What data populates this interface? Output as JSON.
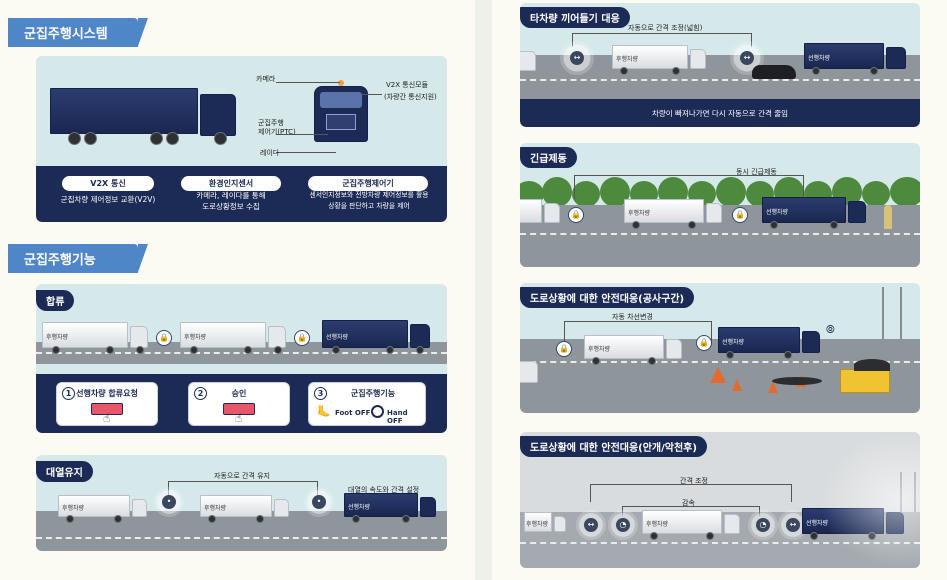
{
  "system": {
    "title": "군집주행시스템",
    "callouts": {
      "camera": "카메라",
      "ptc_line1": "군집주행",
      "ptc_line2": "제어기(PTC)",
      "radar": "레이다",
      "v2x_line1": "V2X 통신모듈",
      "v2x_line2": "(차량간 통신지원)"
    },
    "features": [
      {
        "label": "V2X 통신",
        "desc_line1": "군집차량 제어정보 교환(V2V)",
        "desc_line2": ""
      },
      {
        "label": "환경인지센서",
        "desc_line1": "카메라, 레이다를 통해",
        "desc_line2": "도로상황정보 수집"
      },
      {
        "label": "군집주행제어기",
        "desc_line1": "센서인지정보와 전방차량 제어정보를 활용",
        "desc_line2": "상황을 판단하고 차량을 제어"
      }
    ]
  },
  "functions": {
    "title": "군집주행기능",
    "merge": {
      "title": "합류",
      "follower_label": "후행차량",
      "leader_label": "선행차량",
      "steps": [
        {
          "num": "1",
          "label": "선행차량 합류요청"
        },
        {
          "num": "2",
          "label": "승인"
        },
        {
          "num": "3",
          "label": "군집주행기능"
        }
      ],
      "foot_off": "Foot OFF",
      "hand_off": "Hand OFF"
    },
    "formation": {
      "title": "대열유지",
      "auto_gap": "자동으로 간격 유지",
      "speed_gap": "대열의 속도와 간격 설정",
      "follower_label": "후행차량",
      "leader_label": "선행차량"
    }
  },
  "cut_in": {
    "title": "타차량 끼어들기 대응",
    "auto_gap": "자동으로 간격 조정(넓힘)",
    "follower_label": "후행차량",
    "leader_label": "선행차량",
    "footer": "차량이 빠져나가면 다시 자동으로 간격 줄임"
  },
  "emergency": {
    "title": "긴급제동",
    "simultaneous": "동시 긴급제동",
    "follower_label": "후행차량",
    "leader_label": "선행차량"
  },
  "construction": {
    "title": "도로상황에 대한 안전대응(공사구간)",
    "lane_change": "자동 차선변경",
    "follower_label": "후행차량",
    "leader_label": "선행차량"
  },
  "weather": {
    "title": "도로상황에 대한 안전대응(안개/악천후)",
    "gap_adjust": "간격 조정",
    "decel": "감속",
    "follower_label": "후행차량",
    "leader_label": "선행차량"
  },
  "colors": {
    "navy": "#1c2b55",
    "tab_blue": "#4e86c8",
    "panel": "#d5e8ea",
    "road": "#8e959b"
  }
}
